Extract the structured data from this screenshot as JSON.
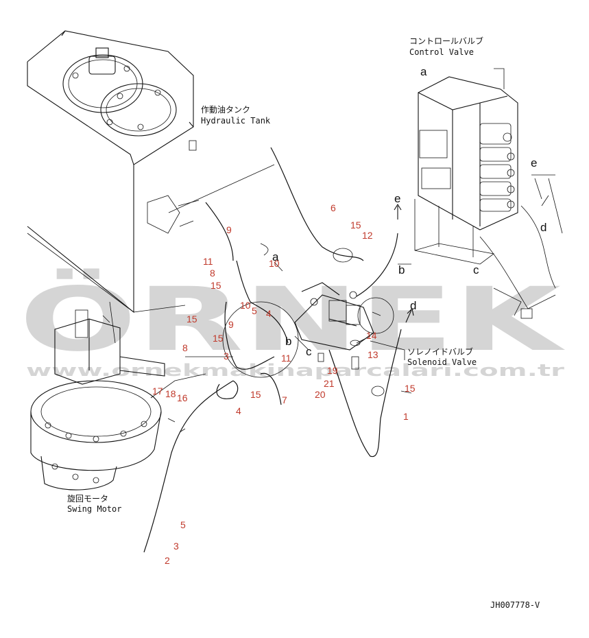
{
  "watermark": {
    "logo": "ÖRNEK",
    "url": "www.ornekmakinaparcalari.com.tr"
  },
  "components": {
    "hydraulic_tank": {
      "jp": "作動油タンク",
      "en": "Hydraulic Tank"
    },
    "control_valve": {
      "jp": "コントロールバルブ",
      "en": "Control Valve"
    },
    "solenoid_valve": {
      "jp": "ソレノイドバルブ",
      "en": "Solenoid Valve"
    },
    "swing_motor": {
      "jp": "旋回モータ",
      "en": "Swing Motor"
    }
  },
  "connection_letters": {
    "a_cv": "a",
    "e_cv": "e",
    "d_cv": "d",
    "b_cv": "b",
    "c_cv": "c",
    "a_hose": "a",
    "e_arrow": "e",
    "d_arrow": "d",
    "b_sv": "b",
    "c_sv": "c"
  },
  "part_numbers": {
    "p1": "1",
    "p2": "2",
    "p3a": "3",
    "p3b": "3",
    "p4a": "4",
    "p4b": "4",
    "p5a": "5",
    "p5b": "5",
    "p6": "6",
    "p7": "7",
    "p8a": "8",
    "p8b": "8",
    "p9a": "9",
    "p9b": "9",
    "p10a": "10",
    "p10b": "10",
    "p11a": "11",
    "p11b": "11",
    "p12": "12",
    "p13": "13",
    "p14": "14",
    "p15a": "15",
    "p15b": "15",
    "p15c": "15",
    "p15d": "15",
    "p15e": "15",
    "p15f": "15",
    "p16": "16",
    "p17": "17",
    "p18": "18",
    "p19": "19",
    "p20": "20",
    "p21": "21"
  },
  "drawing_code": "JH007778-V"
}
